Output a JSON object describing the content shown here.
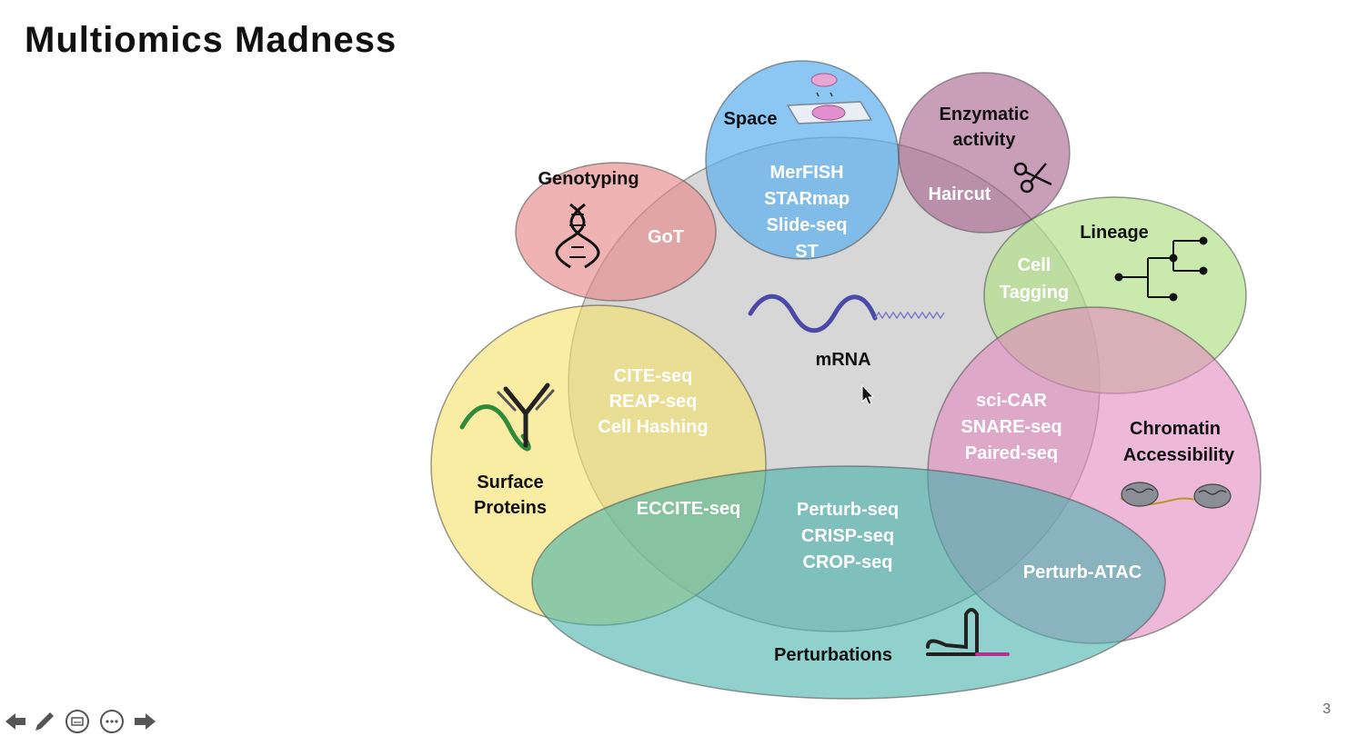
{
  "slide": {
    "title": "Multiomics Madness",
    "page_number": "3"
  },
  "toolbar": {
    "items": [
      "previous-slide",
      "pen-tool",
      "subtitles",
      "more-options",
      "next-slide"
    ]
  },
  "diagram": {
    "mrna": {
      "label": "mRNA"
    },
    "genotyping": {
      "label": "Genotyping",
      "method": "GoT"
    },
    "space": {
      "label": "Space",
      "methods": [
        "MerFISH",
        "STARmap",
        "Slide-seq",
        "ST"
      ]
    },
    "enzymatic": {
      "label_line1": "Enzymatic",
      "label_line2": "activity",
      "method": "Haircut"
    },
    "lineage": {
      "label": "Lineage",
      "method_line1": "Cell",
      "method_line2": "Tagging"
    },
    "chromatin": {
      "label_line1": "Chromatin",
      "label_line2": "Accessibility",
      "methods": [
        "sci-CAR",
        "SNARE-seq",
        "Paired-seq"
      ],
      "perturb_method": "Perturb-ATAC"
    },
    "surface": {
      "label_line1": "Surface",
      "label_line2": "Proteins",
      "methods": [
        "CITE-seq",
        "REAP-seq",
        "Cell Hashing"
      ],
      "perturb_method": "ECCITE-seq"
    },
    "perturbations": {
      "label": "Perturbations",
      "methods": [
        "Perturb-seq",
        "CRISP-seq",
        "CROP-seq"
      ]
    },
    "colors": {
      "mrna": "#c9c9c9",
      "genotyping": "#e9a3a0",
      "space": "#7fbde8",
      "enzymatic": "#b77fa4",
      "lineage": "#bfe39a",
      "chromatin": "#e7a9cd",
      "surface": "#f5e68b",
      "perturbations": "#6fc2bd"
    }
  }
}
